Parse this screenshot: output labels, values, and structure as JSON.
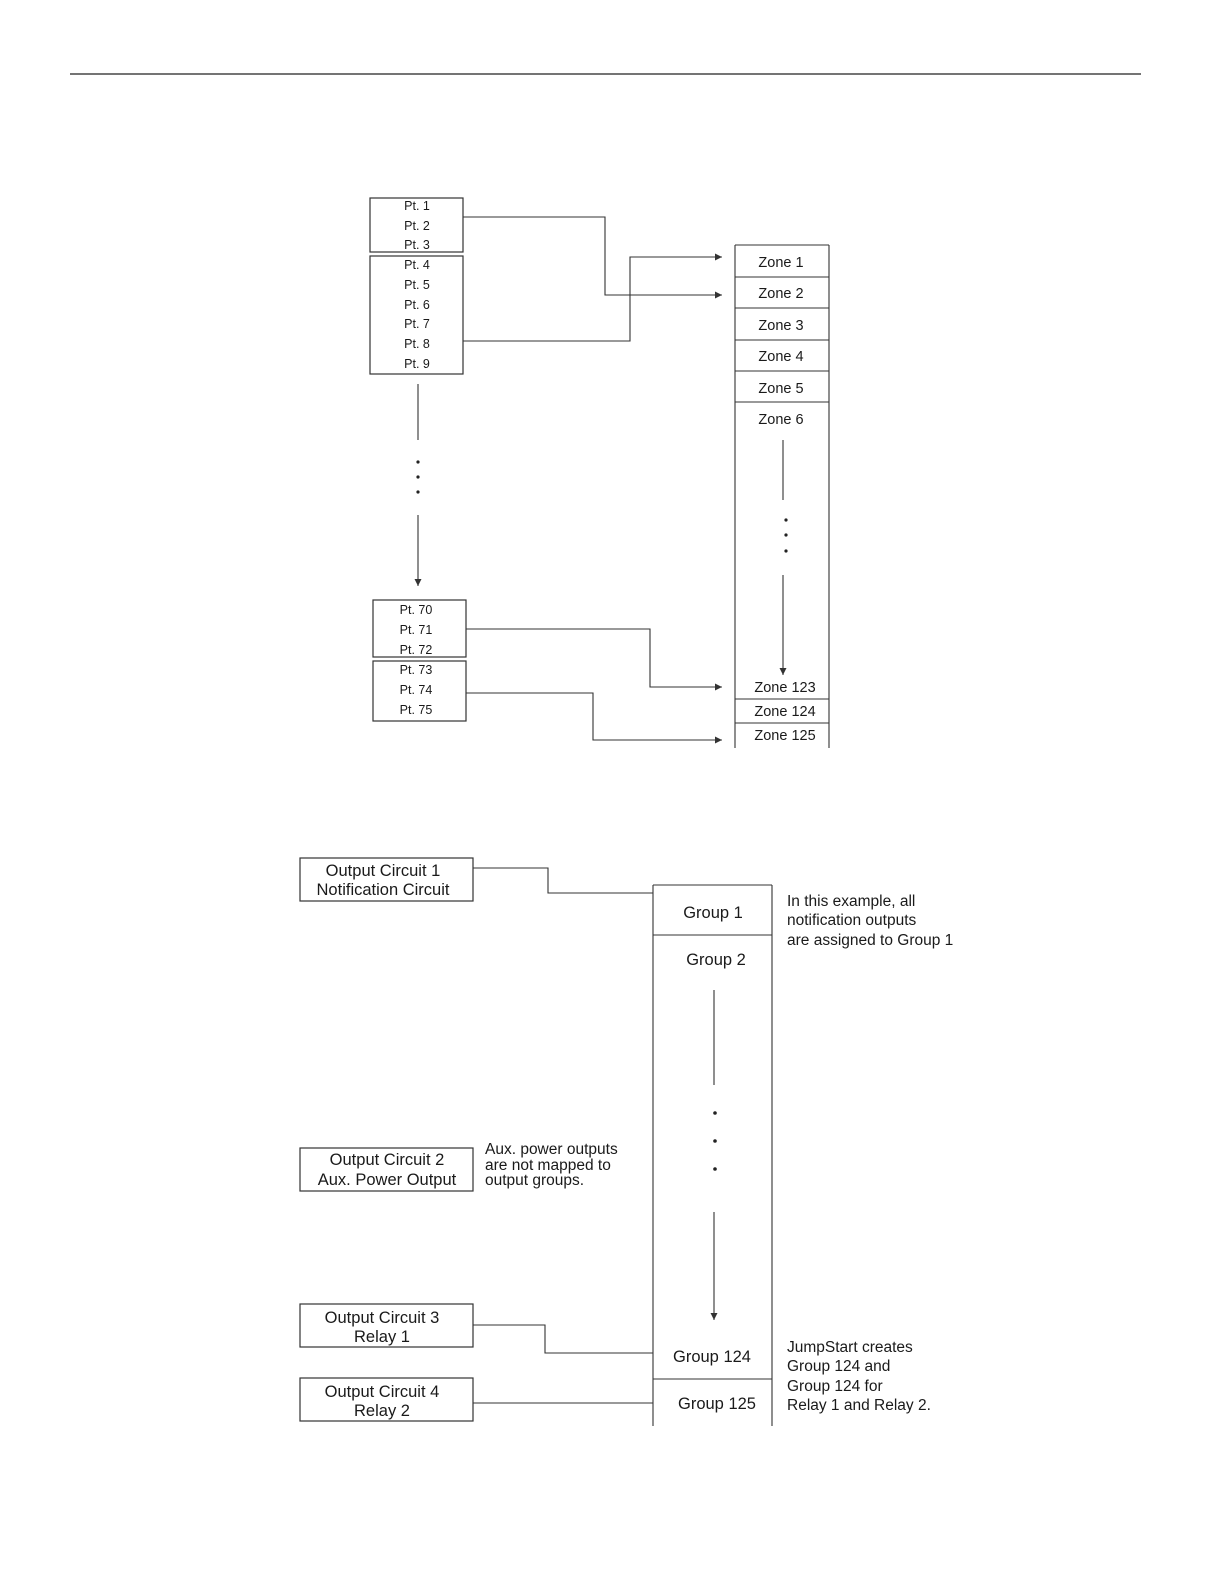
{
  "zone_map": {
    "point_groups": [
      {
        "points": [
          "Pt. 1",
          "Pt. 2",
          "Pt. 3"
        ]
      },
      {
        "points": [
          "Pt. 4",
          "Pt. 5",
          "Pt. 6",
          "Pt. 7",
          "Pt. 8",
          "Pt. 9"
        ]
      },
      {
        "points": [
          "Pt. 70",
          "Pt. 71",
          "Pt. 72"
        ]
      },
      {
        "points": [
          "Pt. 73",
          "Pt. 74",
          "Pt. 75"
        ]
      }
    ],
    "zones_top": [
      "Zone 1",
      "Zone 2",
      "Zone 3",
      "Zone 4",
      "Zone 5",
      "Zone 6"
    ],
    "zones_bottom": [
      "Zone 123",
      "Zone 124",
      "Zone 125"
    ],
    "links": [
      {
        "from": "Pt. 2",
        "to": "Zone 2"
      },
      {
        "from": "Pt. 8",
        "to": "Zone 1"
      },
      {
        "from": "Pt. 71",
        "to": "Zone 123"
      },
      {
        "from": "Pt. 74",
        "to": "Zone 125"
      }
    ]
  },
  "group_map": {
    "outputs": [
      {
        "line1": "Output Circuit 1",
        "line2": "Notification Circuit"
      },
      {
        "line1": "Output Circuit 2",
        "line2": "Aux. Power Output"
      },
      {
        "line1": "Output Circuit 3",
        "line2": "Relay 1"
      },
      {
        "line1": "Output Circuit 4",
        "line2": "Relay 2"
      }
    ],
    "groups": [
      "Group 1",
      "Group 2",
      "Group 124",
      "Group 125"
    ],
    "notes": {
      "group1": [
        "In this example, all",
        "notification outputs",
        "are assigned to Group 1"
      ],
      "aux": [
        "Aux. power outputs",
        "are not mapped to",
        "output groups."
      ],
      "jumpstart": [
        "JumpStart creates",
        "Group 124 and",
        "Group 124 for",
        "Relay 1 and Relay 2."
      ]
    }
  }
}
